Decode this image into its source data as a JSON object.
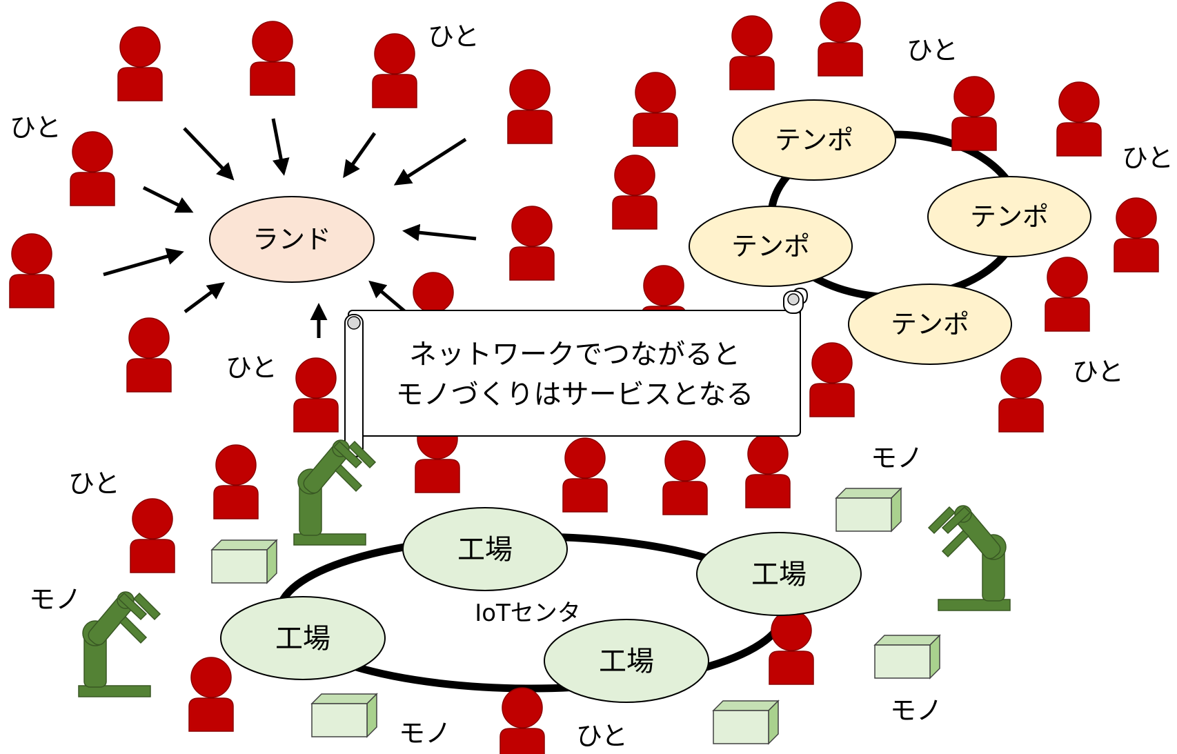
{
  "labels": {
    "hito": "ひと",
    "mono": "モノ",
    "brand": "ランド",
    "tempo": "テンポ",
    "factory": "工場",
    "iot_center": "IoTセンタ"
  },
  "scroll": {
    "line1": "ネットワークでつながると",
    "line2": "モノづくりはサービスとなる"
  },
  "colors": {
    "person": "#c00000",
    "person_outline": "#8b0000",
    "brand_fill": "#fbe4d5",
    "tempo_fill": "#fff2cc",
    "factory_fill": "#e2f0d9",
    "robot": "#548235",
    "box_fill": "#e2f0d9",
    "ring": "#000000"
  }
}
